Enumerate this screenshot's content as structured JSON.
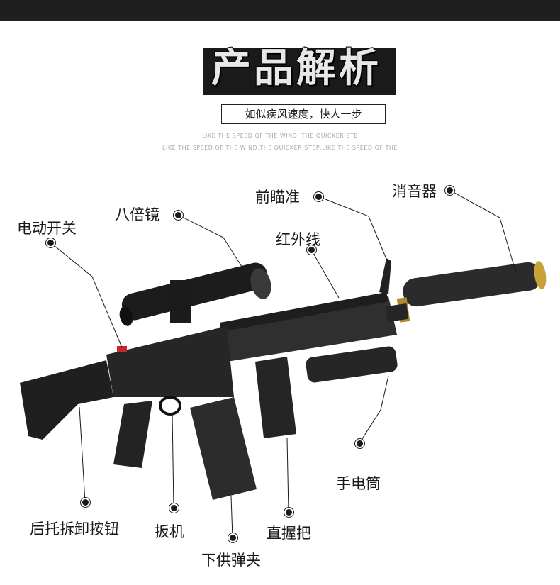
{
  "header": {
    "title": "产品解析",
    "tagline": "如似疾风速度，快人一步",
    "english_line_1": "LIKE THE SPEED OF THE WIND, THE QUICKER STE",
    "english_line_2": "LIKE THE SPEED OF THE WIND,THE QUICKER STEP,LIKE THE SPEED OF THE"
  },
  "callouts": {
    "silencer": "消音器",
    "front_sight": "前瞄准",
    "scope": "八倍镜",
    "power_switch": "电动开关",
    "infrared": "红外线",
    "flashlight": "手电筒",
    "stock_release": "后托拆卸按钮",
    "trigger": "扳机",
    "magazine": "下供弹夹",
    "vertical_grip": "直握把"
  },
  "colors": {
    "topbar": "#1f1f1f",
    "text": "#1a1a1a",
    "gun_body": "#2a2a2a",
    "silencer_ring": "#c9a23a"
  }
}
